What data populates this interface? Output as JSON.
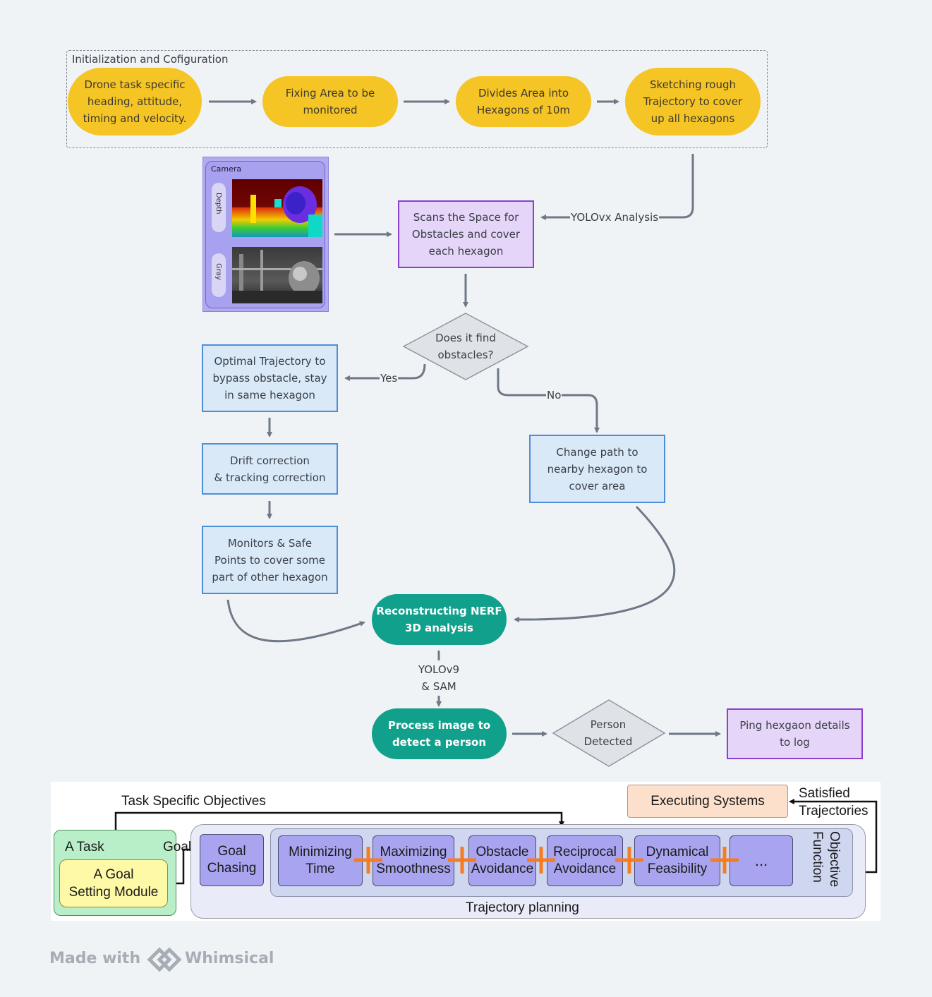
{
  "init_group": {
    "title": "Initialization and Cofiguration",
    "step1": "Drone task specific\nheading, attitude,\ntiming and velocity.",
    "step2": "Fixing Area to be\nmonitored",
    "step3": "Divides Area into\nHexagons of 10m",
    "step4": "Sketching  rough\nTrajectory to cover\nup all hexagons"
  },
  "camera_panel": {
    "title": "Camera",
    "depth_label": "Depth",
    "gray_label": "Gray"
  },
  "nodes": {
    "scan": "Scans the Space for\nObstacles and cover\neach hexagon",
    "decision_obstacles": "Does it find\nobstacles?",
    "optimal": "Optimal Trajectory to\nbypass obstacle, stay\nin same hexagon",
    "drift": "Drift correction\n& tracking correction",
    "monitors": "Monitors  & Safe\nPoints to cover some\npart of other hexagon",
    "change_path": "Change path to\nnearby hexagon to\ncover area",
    "nerf": "Reconstructing NERF\n3D analysis",
    "process": "Process image to\ndetect a person",
    "decision_person": "Person\nDetected",
    "ping": "Ping hexgaon details\nto log"
  },
  "edge_labels": {
    "yolovx": "YOLOvx Analysis",
    "yes": "Yes",
    "no": "No",
    "yolov9": "YOLOv9\n& SAM"
  },
  "planning": {
    "task_specific_objectives": "Task Specific Objectives",
    "a_task": "A Task",
    "goals": "Goals",
    "goal_setting": "A Goal\nSetting Module",
    "goal_chasing": "Goal\nChasing",
    "minimizing_time": "Minimizing\nTime",
    "maximizing_smoothness": "Maximizing\nSmoothness",
    "obstacle_avoidance": "Obstacle\nAvoidance",
    "reciprocal_avoidance": "Reciprocal\nAvoidance",
    "dynamical_feasibility": "Dynamical\nFeasibility",
    "ellipsis": "...",
    "objective_function": "Objective\nFunction",
    "trajectory_planning": "Trajectory planning",
    "executing_systems": "Executing Systems",
    "satisfied_trajectories": "Satisfied\nTrajectories"
  },
  "footer": {
    "made_with": "Made with",
    "brand": "Whimsical"
  }
}
